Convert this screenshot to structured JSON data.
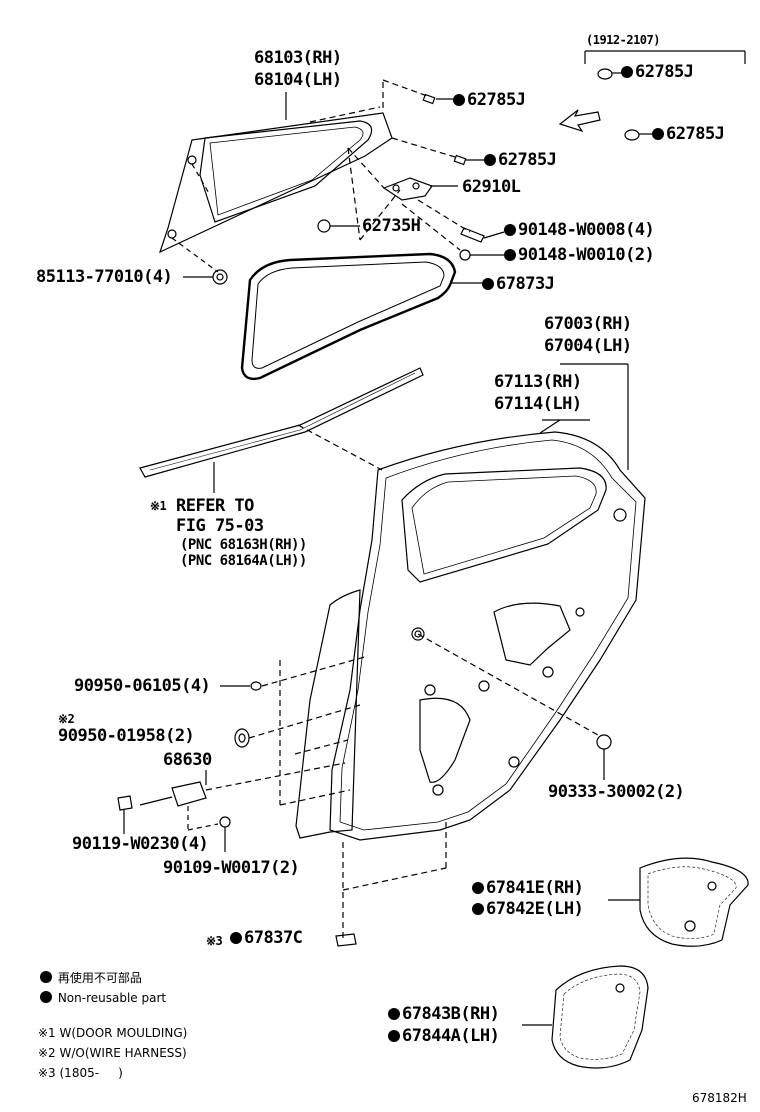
{
  "labels": {
    "p68103": "68103(RH)",
    "p68104": "68104(LH)",
    "date_range": "(1912-2107)",
    "p62785J_a": "62785J",
    "p62785J_b": "62785J",
    "p62785J_c": "62785J",
    "p62785J_d": "62785J",
    "p62910L": "62910L",
    "p62735H": "62735H",
    "p90148_0008": "90148-W0008(4)",
    "p90148_0010": "90148-W0010(2)",
    "p85113": "85113-77010(4)",
    "p67873J": "67873J",
    "p67003": "67003(RH)",
    "p67004": "67004(LH)",
    "p67113": "67113(RH)",
    "p67114": "67114(LH)",
    "ref_mark": "※1",
    "refer_line1": "REFER TO",
    "refer_line2": "FIG 75-03",
    "pnc_rh": "(PNC 68163H(RH))",
    "pnc_lh": "(PNC 68164A(LH))",
    "p90950_06105": "90950-06105(4)",
    "note2_mark": "※2",
    "p90950_01958": "90950-01958(2)",
    "p68630": "68630",
    "p90333": "90333-30002(2)",
    "p90119": "90119-W0230(4)",
    "p90109": "90109-W0017(2)",
    "p67841E": "67841E(RH)",
    "p67842E": "67842E(LH)",
    "note3_mark": "※3",
    "p67837C": "67837C",
    "p67843B": "67843B(RH)",
    "p67844A": "67844A(LH)",
    "diagram_code": "678182H"
  },
  "legend": {
    "jp": "再使用不可部品",
    "en": "Non-reusable part"
  },
  "notes": {
    "n1": "※1 W(DOOR MOULDING)",
    "n2": "※2 W/O(WIRE HARNESS)",
    "n3": "※3 (1805-     )"
  }
}
